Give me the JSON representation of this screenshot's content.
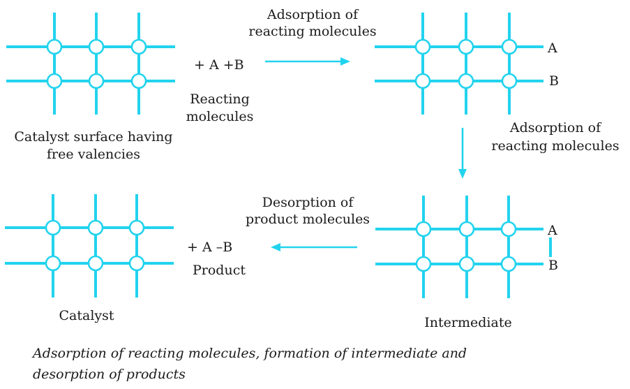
{
  "diagram": {
    "panel_top_left": {
      "caption_line1": "Catalyst surface having",
      "caption_line2": "free valencies"
    },
    "reactants": {
      "equation": "+ A +B",
      "label_line1": "Reacting",
      "label_line2": "molecules"
    },
    "arrow_top": {
      "label_line1": "Adsorption of",
      "label_line2": "reacting molecules"
    },
    "panel_top_right": {
      "atom_a": "A",
      "atom_b": "B"
    },
    "arrow_right": {
      "label_line1": "Adsorption of",
      "label_line2": "reacting molecules"
    },
    "panel_bottom_right": {
      "atom_a": "A",
      "atom_b": "B",
      "caption": "Intermediate"
    },
    "arrow_bottom": {
      "label_line1": "Desorption of",
      "label_line2": "product molecules"
    },
    "product": {
      "equation": "+ A –B",
      "label": "Product"
    },
    "panel_bottom_left": {
      "caption": "Catalyst"
    }
  },
  "figure_caption": {
    "line1": "Adsorption of reacting molecules, formation of intermediate and",
    "line2": "desorption of products"
  },
  "colors": {
    "lattice": "#22d3ee",
    "text": "#1a1a1a",
    "background": "#ffffff"
  }
}
